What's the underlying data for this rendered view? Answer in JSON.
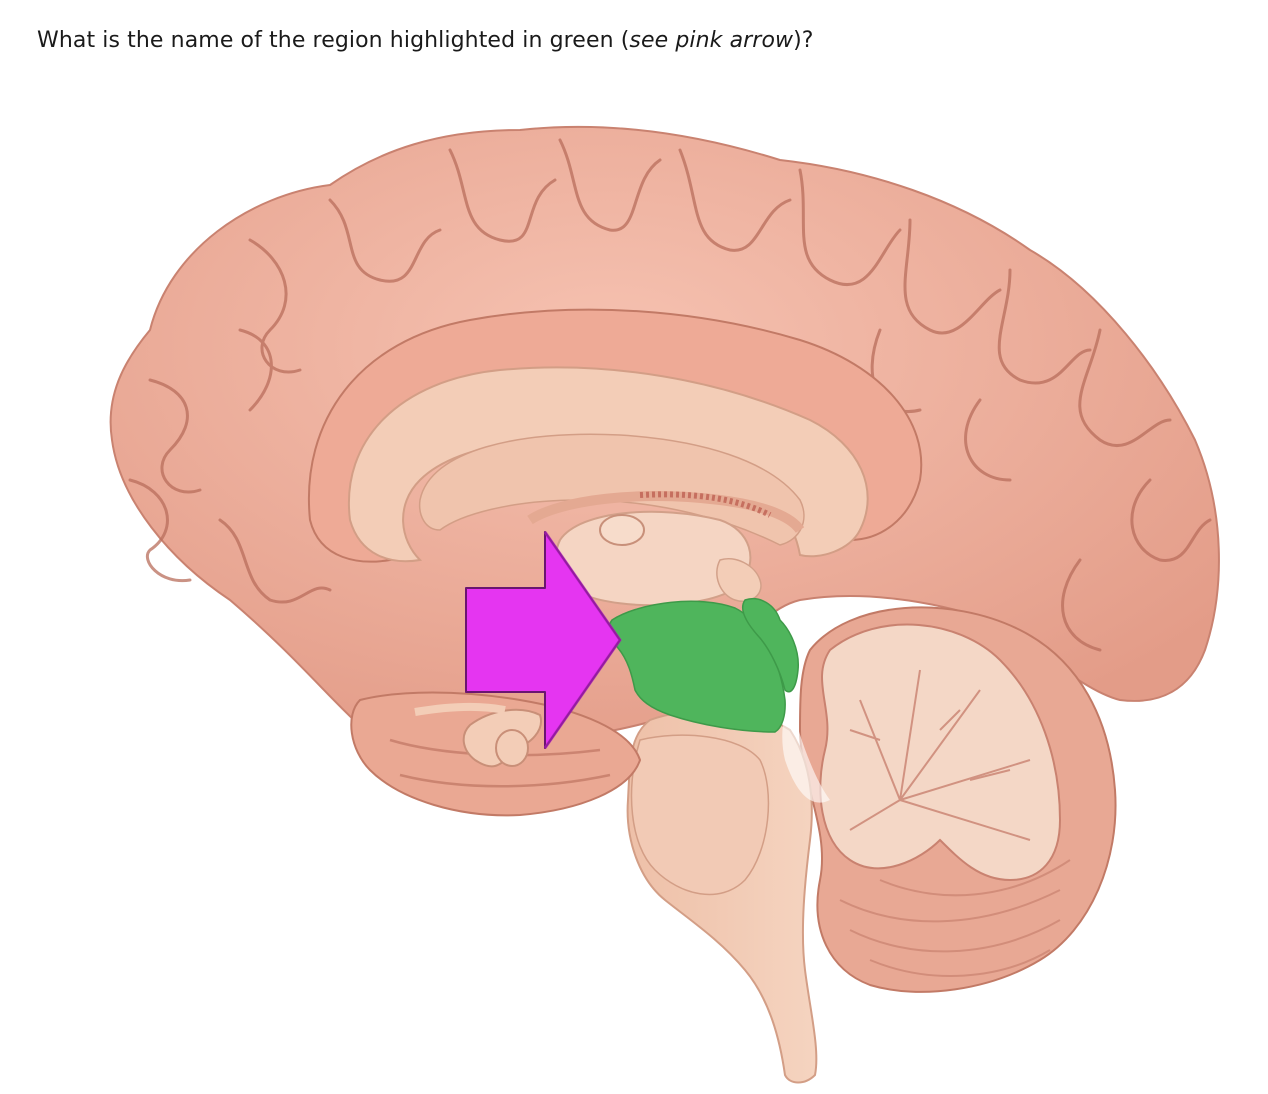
{
  "question": {
    "text_before": "What is the name of the region highlighted in green (",
    "text_italic": "see pink arrow",
    "text_after": ")?"
  },
  "figure": {
    "subject": "brain-midsagittal-section",
    "colors": {
      "cortex": "#f1b3a2",
      "cortex_shadow": "#c9806c",
      "cut_surface": "#f3cdb7",
      "highlight": "#4fb55c",
      "arrow": "#e535f1",
      "arrow_edge": "#6a1670"
    }
  }
}
